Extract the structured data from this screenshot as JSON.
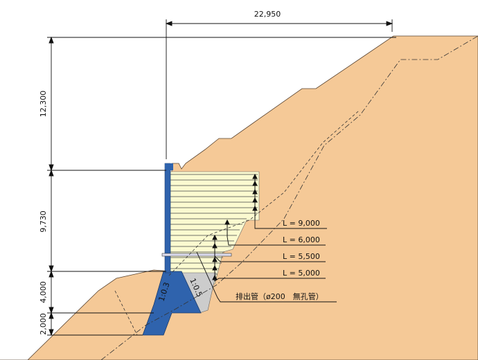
{
  "dimensions": {
    "top_width": "22,950",
    "height_upper": "12,300",
    "height_wall": "9,730",
    "height_base": "4,000",
    "height_footing": "2,000"
  },
  "reinforcement_labels": [
    {
      "text": "L = 9,000"
    },
    {
      "text": "L = 6,000"
    },
    {
      "text": "L = 5,500"
    },
    {
      "text": "L = 5,000"
    }
  ],
  "slopes": {
    "concrete": "1:0.3",
    "gravel": "1:0.5"
  },
  "drain_pipe": "排出管（ø200　無孔管）",
  "colors": {
    "soil": "#f5c997",
    "fill": "#fbfad0",
    "concrete": "#2f63ad",
    "gravel": "#cccccc",
    "line": "#222222"
  }
}
